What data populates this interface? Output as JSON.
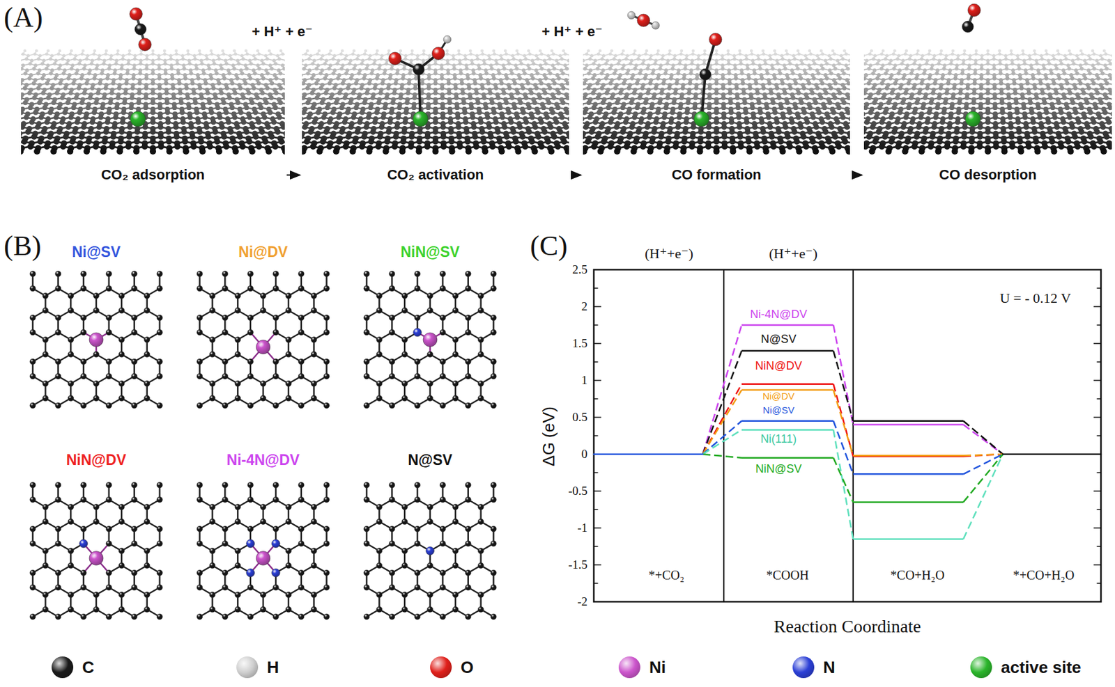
{
  "diagram": {
    "nodes": [
      {
        "text": [
          "CO₂ adsorption"
        ]
      },
      {
        "text": [
          "CO₂ activation"
        ]
      },
      {
        "text": [
          "CO formation"
        ]
      },
      {
        "text": [
          "CO desorption"
        ]
      }
    ],
    "edges": [
      {
        "from": 0,
        "to": 1,
        "arrow": "to"
      },
      {
        "from": 1,
        "to": 2,
        "arrow": "to"
      },
      {
        "from": 2,
        "to": 3,
        "arrow": "to"
      }
    ],
    "labels": [
      "(A)",
      "+ H⁺ + e⁻",
      "+ H⁺ + e⁻",
      "(B)",
      "Ni@SV",
      "Ni@DV",
      "NiN@SV",
      "NiN@DV",
      "Ni-4N@DV",
      "N@SV",
      "(C)",
      "(H⁺+e⁻)",
      "(H⁺+e⁻)",
      "2.5",
      "2",
      "1.5",
      "1",
      "0.5",
      "0",
      "-0.5",
      "-1",
      "-1.5",
      "-2",
      "ΔG (eV)",
      "U = - 0.12 V",
      "Ni-4N@DV",
      "N@SV",
      "NiN@DV",
      "Ni@DV",
      "Ni@SV",
      "Ni(111)",
      "NiN@SV",
      "*+CO₂",
      "*COOH",
      "*CO+H₂O",
      "*+CO+H₂O",
      "Reaction Coordinate"
    ],
    "legend": [
      {
        "text": "C",
        "color": "#1a1a1a"
      },
      {
        "text": "H",
        "color": "#d0d0d0"
      },
      {
        "text": "O",
        "color": "#e0201b"
      },
      {
        "text": "Ni",
        "color": "#cc55cc"
      },
      {
        "text": "N",
        "color": "#2b3fd6"
      },
      {
        "text": "active site",
        "color": "#2bb52b"
      }
    ]
  }
}
